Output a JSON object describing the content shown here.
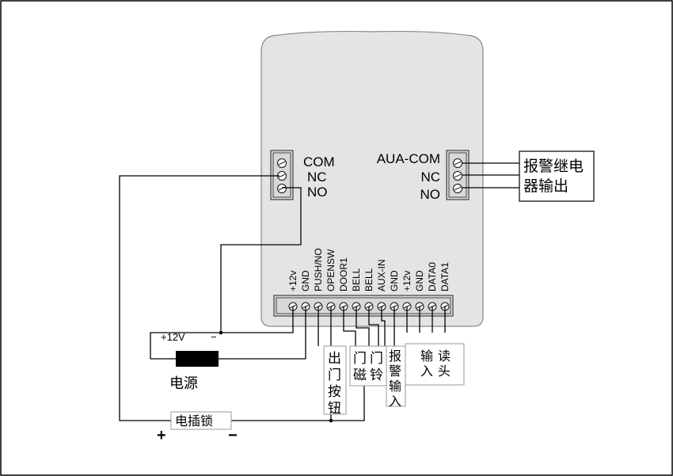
{
  "controller": {
    "lock_relay": [
      "COM",
      "NC",
      "NO"
    ],
    "alarm_relay": [
      "AUA-COM",
      "NC",
      "NO"
    ]
  },
  "bottom_terminals": [
    "+12v",
    "GND",
    "PUSH/NO",
    "OPENSW",
    "DOOR1",
    "BELL",
    "BELL",
    "AUX-IN",
    "GND",
    "+12v",
    "GND",
    "DATA0",
    "DATA1"
  ],
  "alarm_relay_output": {
    "line1": "报警继电",
    "line2": "器输出"
  },
  "power_supply": {
    "name": "电源",
    "plus": "+12V",
    "minus": "−"
  },
  "electric_lock": {
    "name": "电插锁",
    "plus": "+",
    "minus": "−"
  },
  "device_labels": {
    "exit_button": [
      "出",
      "门",
      "按",
      "钮"
    ],
    "door_magnet": [
      "门",
      "磁"
    ],
    "door_bell": [
      "门",
      "铃"
    ],
    "alarm_input": [
      "报",
      "警",
      "输",
      "入"
    ],
    "reader_input": [
      "输",
      "入"
    ],
    "reader_head": [
      "读",
      "头"
    ]
  }
}
